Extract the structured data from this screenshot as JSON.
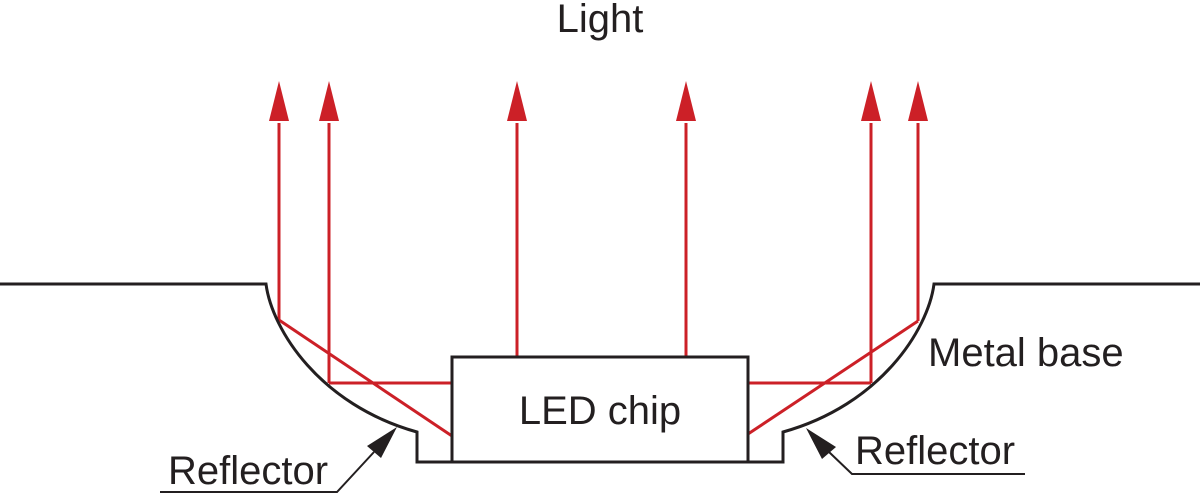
{
  "figure": {
    "type": "cross-section-diagram",
    "light_ray_arrow_count": 6
  },
  "labels": {
    "light": "Light",
    "led_chip": "LED chip",
    "metal_base": "Metal base",
    "reflector_left": "Reflector",
    "reflector_right": "Reflector"
  },
  "colors": {
    "ray": "#cc2027",
    "line": "#231f20",
    "background": "#ffffff",
    "chip_fill": "#ffffff"
  }
}
